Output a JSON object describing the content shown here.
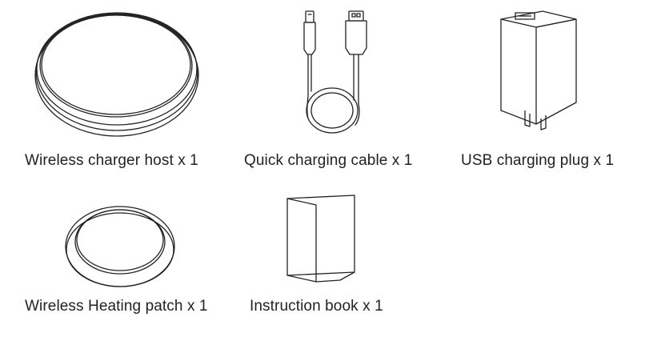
{
  "items": [
    {
      "label": "Wireless charger host x 1",
      "icon": "wireless-charger-icon"
    },
    {
      "label": "Quick charging cable x 1",
      "icon": "usb-cable-icon"
    },
    {
      "label": "USB charging plug x 1",
      "icon": "usb-plug-icon"
    },
    {
      "label": "Wireless Heating patch x 1",
      "icon": "heating-patch-icon"
    },
    {
      "label": "Instruction book x 1",
      "icon": "instruction-book-icon"
    }
  ],
  "colors": {
    "line": "#222222",
    "text": "#222222",
    "background": "#ffffff"
  }
}
